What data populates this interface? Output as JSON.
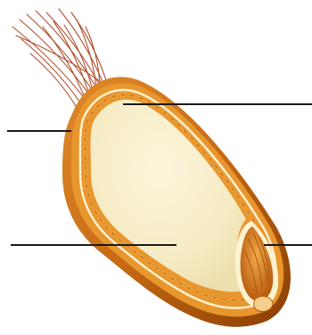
{
  "diagram": {
    "subject": "seed-longitudinal-section",
    "colors": {
      "pericarp_outer": "#b35a08",
      "pericarp_mid": "#d9801c",
      "aleurone_cells": "#f0a83a",
      "seed_coat_line": "#fdf2cf",
      "endosperm": "#f8eec9",
      "endosperm_shadow": "#efe0b0",
      "embryo": "#e38a2a",
      "embryo_dark": "#a8500a",
      "hairs": "#b0502e",
      "leader_line": "#1a1a1a"
    },
    "labels": [
      {
        "id": "endosperm",
        "text": ""
      },
      {
        "id": "pericarp",
        "text": ""
      },
      {
        "id": "aleurone-layer",
        "text": ""
      },
      {
        "id": "embryo",
        "text": ""
      }
    ]
  }
}
